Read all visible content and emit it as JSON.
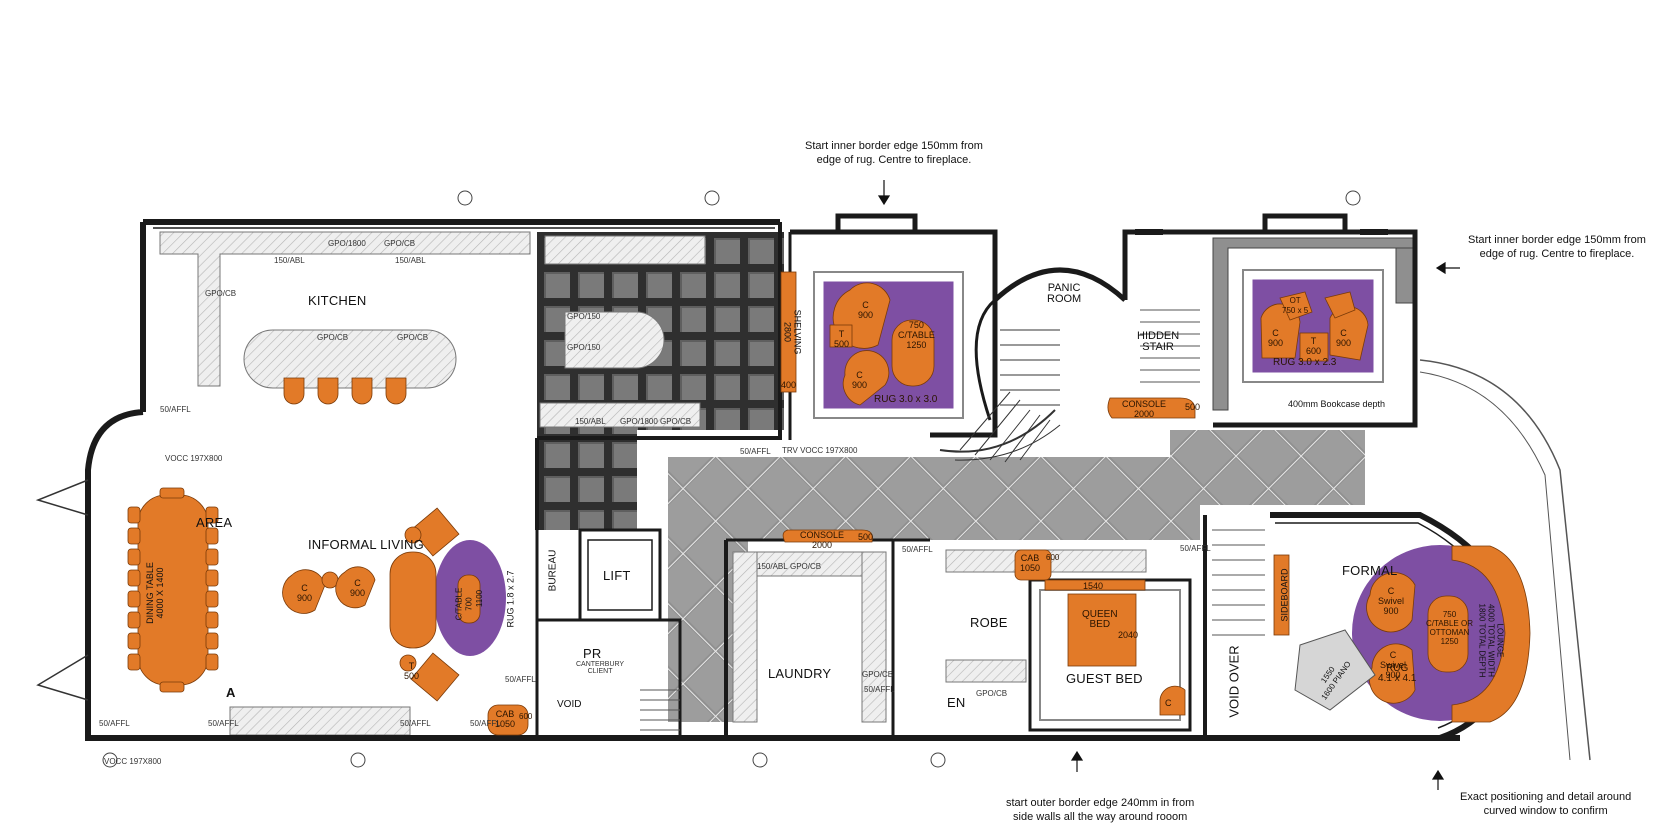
{
  "rooms": {
    "kitchen": "KITCHEN",
    "dining_area": "AREA",
    "informal_living": "INFORMAL LIVING",
    "panic_room": "PANIC\nROOM",
    "hidden_stair": "HIDDEN\nSTAIR",
    "lift": "LIFT",
    "bureau": "BUREAU",
    "pr": "PR",
    "void": "VOID",
    "laundry": "LAUNDRY",
    "robe": "ROBE",
    "en": "EN",
    "guest_bed": "GUEST BED",
    "void_over": "VOID OVER",
    "formal": "FORMAL",
    "grid_a": "A"
  },
  "furniture": {
    "dining_table": "DINING TABLE\n4000 X 1400",
    "shelving": "SHELVING\n2800",
    "shelving_end": "400",
    "rug_left": "RUG 3.0 x 3.0",
    "ctable_left": "750\nC/TABLE\n1250",
    "chair_c900": "C\n900",
    "side_t500": "T\n500",
    "rug_right": "RUG 3.0 x 2.3",
    "ot_right": "OT\n750 x 5",
    "t600": "T\n600",
    "console_hall": "CONSOLE\n2000",
    "console_hall_depth": "500",
    "console_laundry": "CONSOLE\n2000",
    "console_laundry_depth": "500",
    "cab_robe": "CAB\n1050",
    "cab_robe_depth": "600",
    "cab_bottom": "CAB\n1050",
    "cab_bottom_depth": "600",
    "bench_1540": "1540",
    "queen_bed": "QUEEN\nBED",
    "queen_bed_len": "2040",
    "rug_informal": "RUG 1.8 x 2.7",
    "ctable_informal": "C/TABLE\n700",
    "ctable_informal_len": "1100",
    "chair_c": "C",
    "sideboard": "SIDEBOARD",
    "rug_formal": "RUG\n4.1 x 4.1",
    "swivel": "C\nSwivel\n900",
    "ottoman": "750\nC/TABLE OR\nOTTOMAN\n1250",
    "lounge": "LOUNGE\n4000 TOTAL WIDTH\n1800 TOTAL DEPTH",
    "piano": "1550\n1600 PIANO",
    "bookcase": "400mm Bookcase depth"
  },
  "notes": {
    "top_center": "Start inner border edge 150mm from\nedge of rug. Centre to fireplace.",
    "right": "Start inner border edge 150mm from\nedge of rug. Centre to fireplace.",
    "bottom_center": "start outer border edge 240mm in from\nside walls all the way around rooom",
    "bottom_right": "Exact positioning and detail around\ncurved window to confirm"
  },
  "tags": {
    "gpo_cb": "GPO/CB",
    "abl_150": "150/ABL",
    "affl_50": "50/AFFL",
    "gpo_1800": "GPO/1800",
    "gpo_150": "GPO/150",
    "vocc": "VOCC 197X800",
    "trv": "TRV VOCC 197X800",
    "canterbury": "CANTERBURY\nCLIENT"
  },
  "colors": {
    "wall": "#1a1a1a",
    "orange": "#e27a28",
    "purple": "#7e4fa3",
    "tile_dark": "#5e5e5e",
    "tile_mid": "#8e8e8e",
    "hatch": "#d8d8d8",
    "bookcase": "#8f8f8f"
  }
}
